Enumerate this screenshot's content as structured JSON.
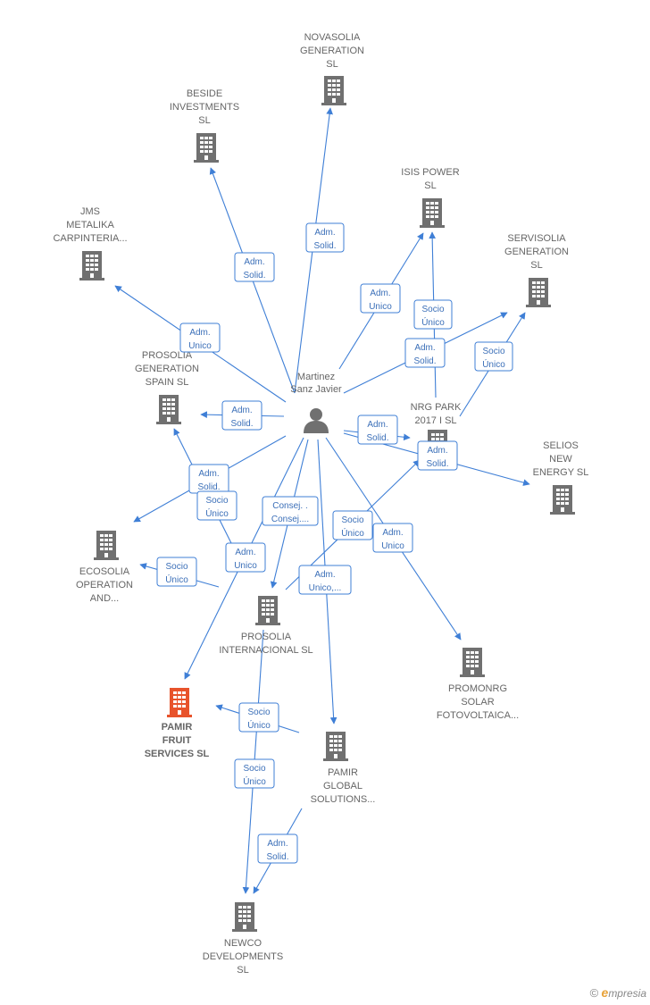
{
  "colors": {
    "edge": "#3f7fd6",
    "company": "#707070",
    "highlight": "#e8532b",
    "person": "#707070",
    "label": "#666666"
  },
  "person": {
    "id": "p",
    "label": [
      "Martinez",
      "Sanz Javier"
    ]
  },
  "nodes": [
    {
      "id": "novasolia",
      "label": [
        "NOVASOLIA",
        "GENERATION",
        "SL"
      ]
    },
    {
      "id": "beside",
      "label": [
        "BESIDE",
        "INVESTMENTS",
        "SL"
      ]
    },
    {
      "id": "isis",
      "label": [
        "ISIS POWER",
        "SL"
      ]
    },
    {
      "id": "jms",
      "label": [
        "JMS",
        "METALIKA",
        "CARPINTERIA..."
      ]
    },
    {
      "id": "servisolia",
      "label": [
        "SERVISOLIA",
        "GENERATION",
        "SL"
      ]
    },
    {
      "id": "prosolia_gen",
      "label": [
        "PROSOLIA",
        "GENERATION",
        "SPAIN  SL"
      ]
    },
    {
      "id": "nrg",
      "label": [
        "NRG PARK",
        "2017 I  SL"
      ]
    },
    {
      "id": "selios",
      "label": [
        "SELIOS",
        "NEW",
        "ENERGY  SL"
      ]
    },
    {
      "id": "ecosolia",
      "label": [
        "ECOSOLIA",
        "OPERATION",
        "AND..."
      ]
    },
    {
      "id": "prosolia_int",
      "label": [
        "PROSOLIA",
        "INTERNACIONAL SL"
      ]
    },
    {
      "id": "promonrg",
      "label": [
        "PROMONRG",
        "SOLAR",
        "FOTOVOLTAICA..."
      ]
    },
    {
      "id": "pamir_fruit",
      "label": [
        "PAMIR",
        "FRUIT",
        "SERVICES  SL"
      ],
      "highlight": true
    },
    {
      "id": "pamir_global",
      "label": [
        "PAMIR",
        "GLOBAL",
        "SOLUTIONS..."
      ]
    },
    {
      "id": "newco",
      "label": [
        "NEWCO",
        "DEVELOPMENTS",
        "SL"
      ]
    }
  ],
  "edges": [
    {
      "from": "p",
      "to": "novasolia",
      "role": [
        "Adm.",
        "Solid."
      ]
    },
    {
      "from": "p",
      "to": "beside",
      "role": [
        "Adm.",
        "Solid."
      ]
    },
    {
      "from": "p",
      "to": "isis",
      "role": [
        "Adm.",
        "Unico"
      ]
    },
    {
      "from": "p",
      "to": "jms",
      "role": [
        "Adm.",
        "Unico"
      ]
    },
    {
      "from": "p",
      "to": "servisolia",
      "role": [
        "Adm.",
        "Solid."
      ]
    },
    {
      "from": "p",
      "to": "prosolia_gen",
      "role": [
        "Adm.",
        "Solid."
      ]
    },
    {
      "from": "p",
      "to": "nrg",
      "role": [
        "Adm.",
        "Solid."
      ]
    },
    {
      "from": "p",
      "to": "selios",
      "role": [
        "Adm.",
        "Solid."
      ]
    },
    {
      "from": "p",
      "to": "ecosolia",
      "role": [
        "Adm.",
        "Solid."
      ]
    },
    {
      "from": "p",
      "to": "prosolia_int",
      "role": [
        "Consej. .",
        "Consej...."
      ]
    },
    {
      "from": "p",
      "to": "promonrg",
      "role": [
        "Adm.",
        "Unico"
      ]
    },
    {
      "from": "p",
      "to": "pamir_fruit",
      "role": [
        "Adm.",
        "Unico"
      ]
    },
    {
      "from": "p",
      "to": "pamir_global",
      "role": [
        "Adm.",
        "Unico,..."
      ]
    },
    {
      "from": "nrg",
      "to": "isis",
      "role": [
        "Socio",
        "Único"
      ]
    },
    {
      "from": "nrg",
      "to": "servisolia",
      "role": [
        "Socio",
        "Único"
      ]
    },
    {
      "from": "prosolia_int",
      "to": "nrg",
      "role": [
        "Socio",
        "Único"
      ]
    },
    {
      "from": "prosolia_int",
      "to": "prosolia_gen",
      "role": [
        "Socio",
        "Único"
      ]
    },
    {
      "from": "prosolia_int",
      "to": "ecosolia",
      "role": [
        "Socio",
        "Único"
      ]
    },
    {
      "from": "pamir_global",
      "to": "pamir_fruit",
      "role": [
        "Socio",
        "Único"
      ]
    },
    {
      "from": "prosolia_int",
      "to": "newco",
      "role": [
        "Socio",
        "Único"
      ]
    },
    {
      "from": "pamir_global",
      "to": "newco",
      "role": [
        "Adm.",
        "Solid."
      ]
    }
  ],
  "footer": {
    "copyright": "©",
    "brand_initial": "e",
    "brand_rest": "mpresia"
  }
}
